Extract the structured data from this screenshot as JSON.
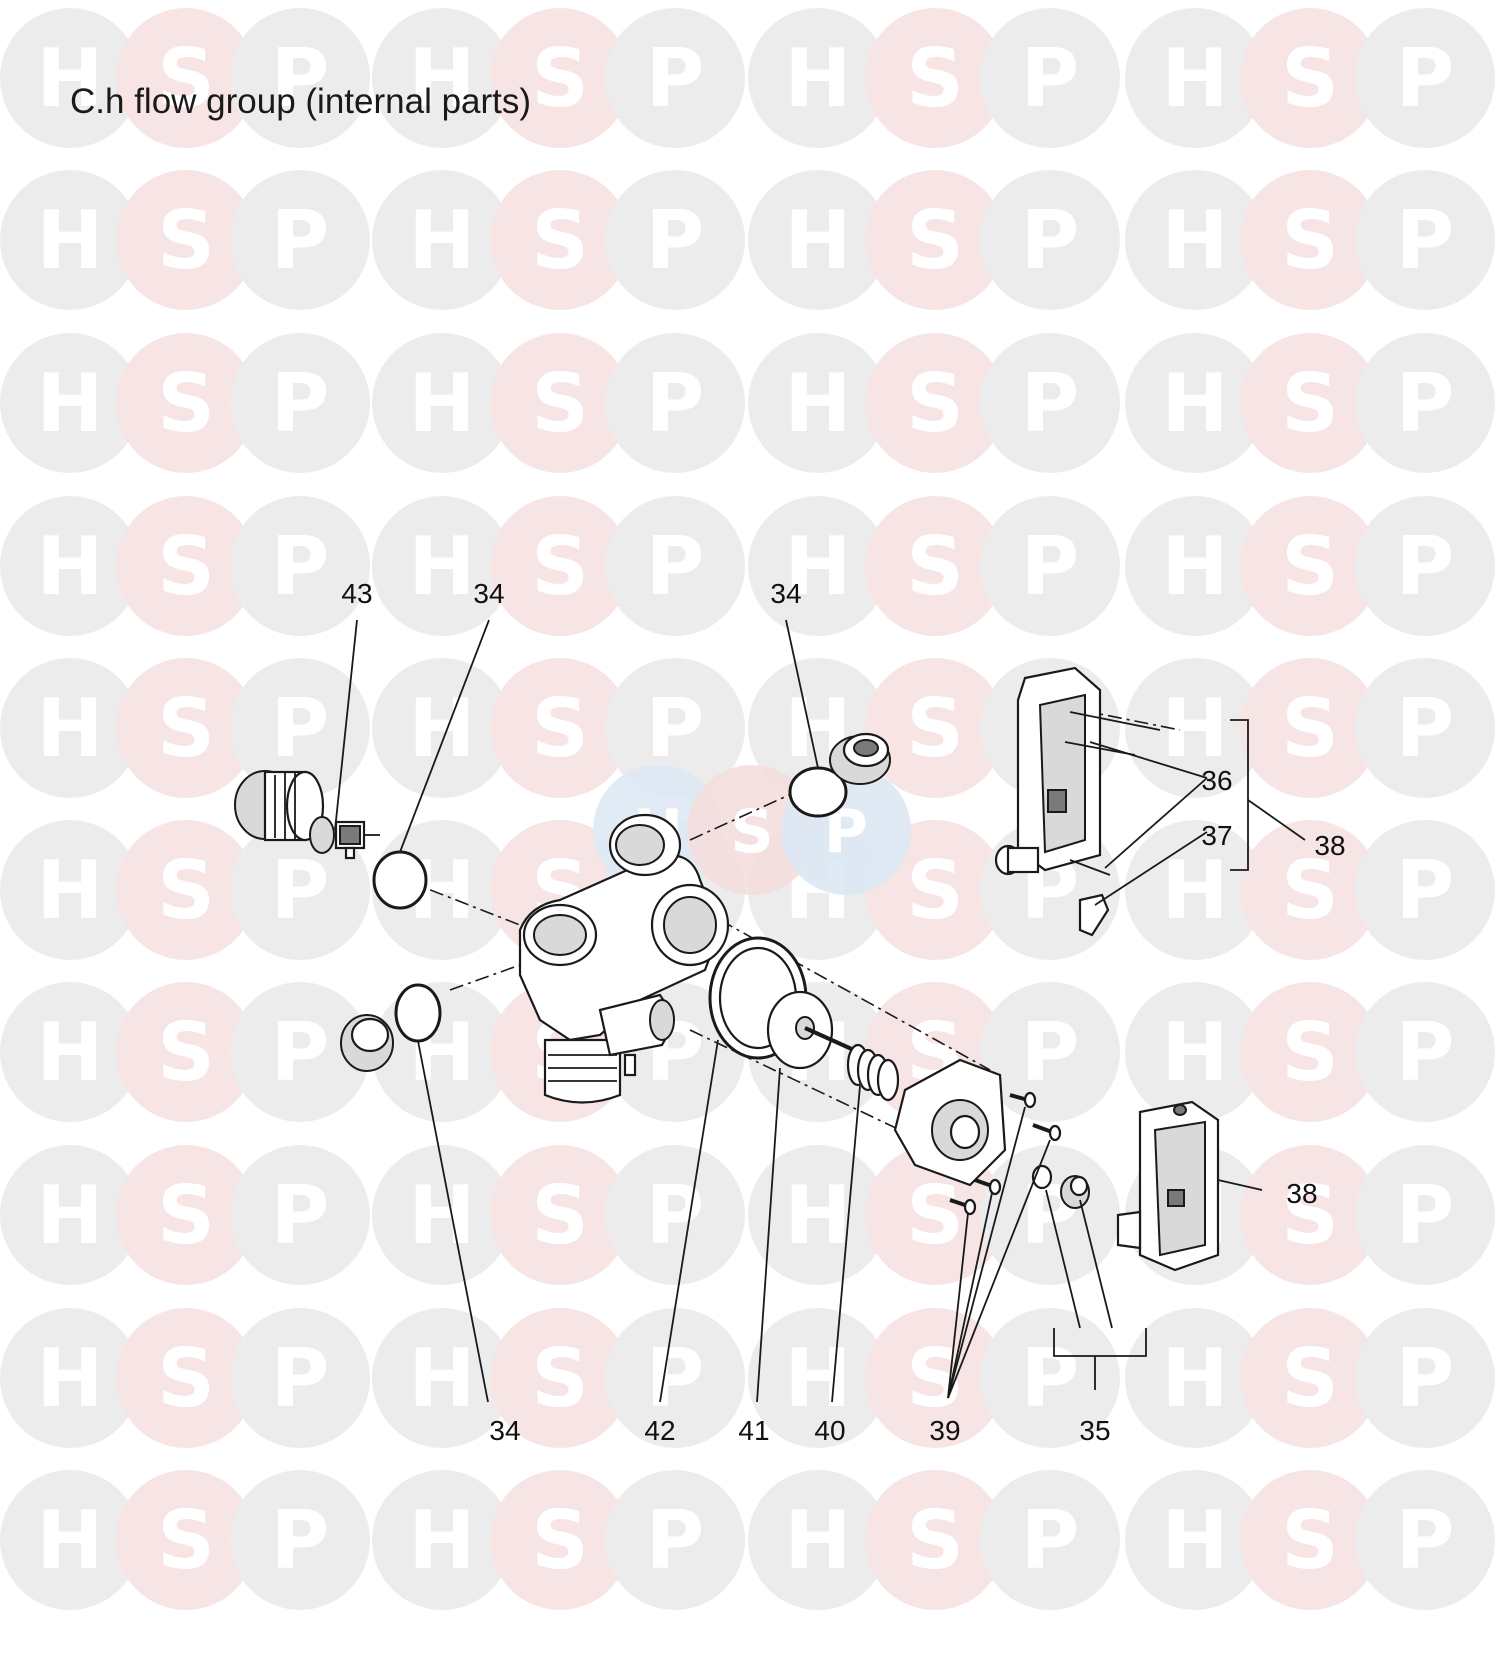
{
  "title": "C.h flow group (internal parts)",
  "watermark": {
    "letters": [
      "H",
      "S",
      "P"
    ],
    "colors": {
      "h": "#ececec",
      "s": "#f7e4e4",
      "p": "#ececec",
      "accent_h": "#dde9f5",
      "accent_s": "#f5dede",
      "accent_p": "#dbe8f4"
    }
  },
  "callouts": [
    {
      "id": "c43-top",
      "label": "43"
    },
    {
      "id": "c34-top-left",
      "label": "34"
    },
    {
      "id": "c34-top-mid",
      "label": "34"
    },
    {
      "id": "c36",
      "label": "36"
    },
    {
      "id": "c37",
      "label": "37"
    },
    {
      "id": "c38-top",
      "label": "38"
    },
    {
      "id": "c38-bottom",
      "label": "38"
    },
    {
      "id": "c34-bottom",
      "label": "34"
    },
    {
      "id": "c42",
      "label": "42"
    },
    {
      "id": "c41",
      "label": "41"
    },
    {
      "id": "c40",
      "label": "40"
    },
    {
      "id": "c39",
      "label": "39"
    },
    {
      "id": "c35",
      "label": "35"
    }
  ]
}
